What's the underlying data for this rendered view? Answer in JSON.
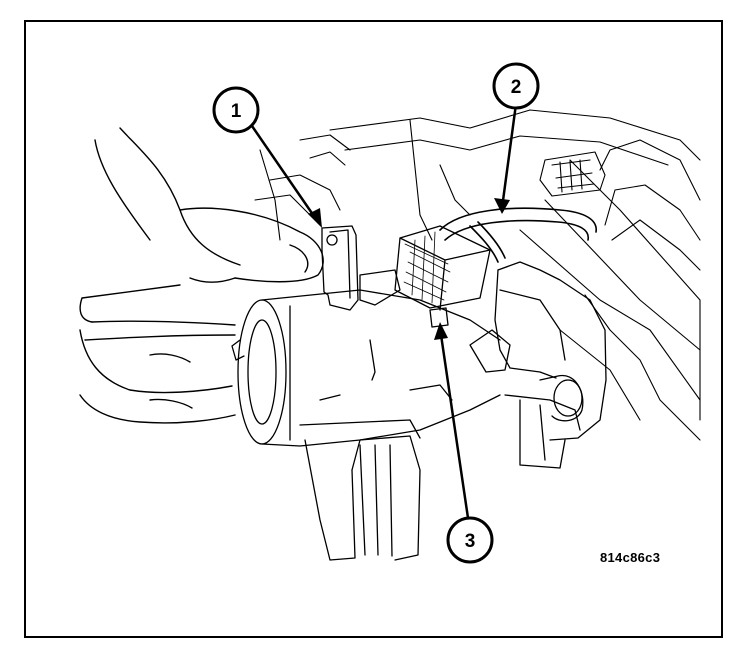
{
  "callouts": [
    {
      "number": "1"
    },
    {
      "number": "2"
    },
    {
      "number": "3"
    }
  ],
  "figure_code": "814c86c3",
  "colors": {
    "line": "#000000",
    "background": "#ffffff"
  }
}
